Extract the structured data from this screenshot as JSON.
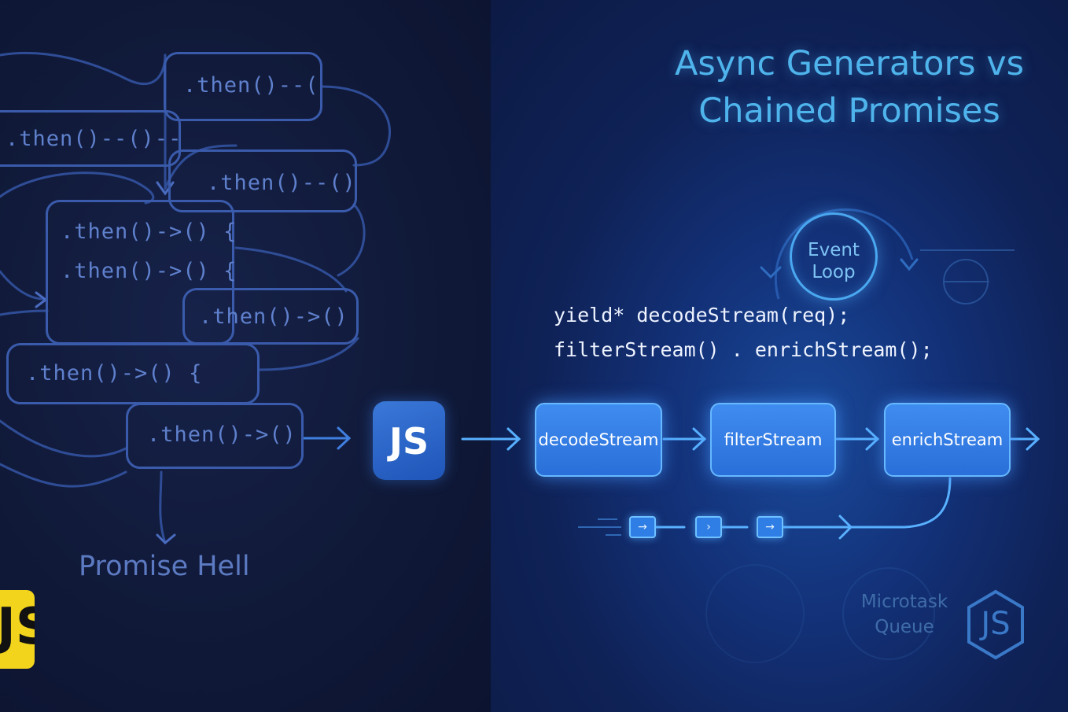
{
  "title": {
    "line1": "Async Generators vs",
    "line2": "Chained Promises"
  },
  "left_panel": {
    "boxes": [
      ".then()--(",
      ".then()--()--",
      ".then()--()",
      ".then()->() {",
      ".then()->() {",
      ".then()->()",
      ".then()->() {",
      ".then()->()"
    ],
    "caption": "Promise Hell",
    "js_badge": "JS"
  },
  "center_badge": "JS",
  "event_loop": {
    "line1": "Event",
    "line2": "Loop"
  },
  "code": {
    "line1": "yield* decodeStream(req);",
    "line2": "filterStream() . enrichStream();"
  },
  "pipeline": {
    "stages": [
      "decodeStream",
      "filterStream",
      "enrichStream"
    ]
  },
  "microtask_queue": {
    "line1": "Microtask",
    "line2": "Queue"
  },
  "node_badge": "JS",
  "colors": {
    "left_background": "#101938",
    "right_background": "#13327a",
    "title": "#4fb4ec",
    "stage_fill": "#2f7ee6",
    "glow": "#66b8ff",
    "js_yellow": "#f2d41d"
  }
}
